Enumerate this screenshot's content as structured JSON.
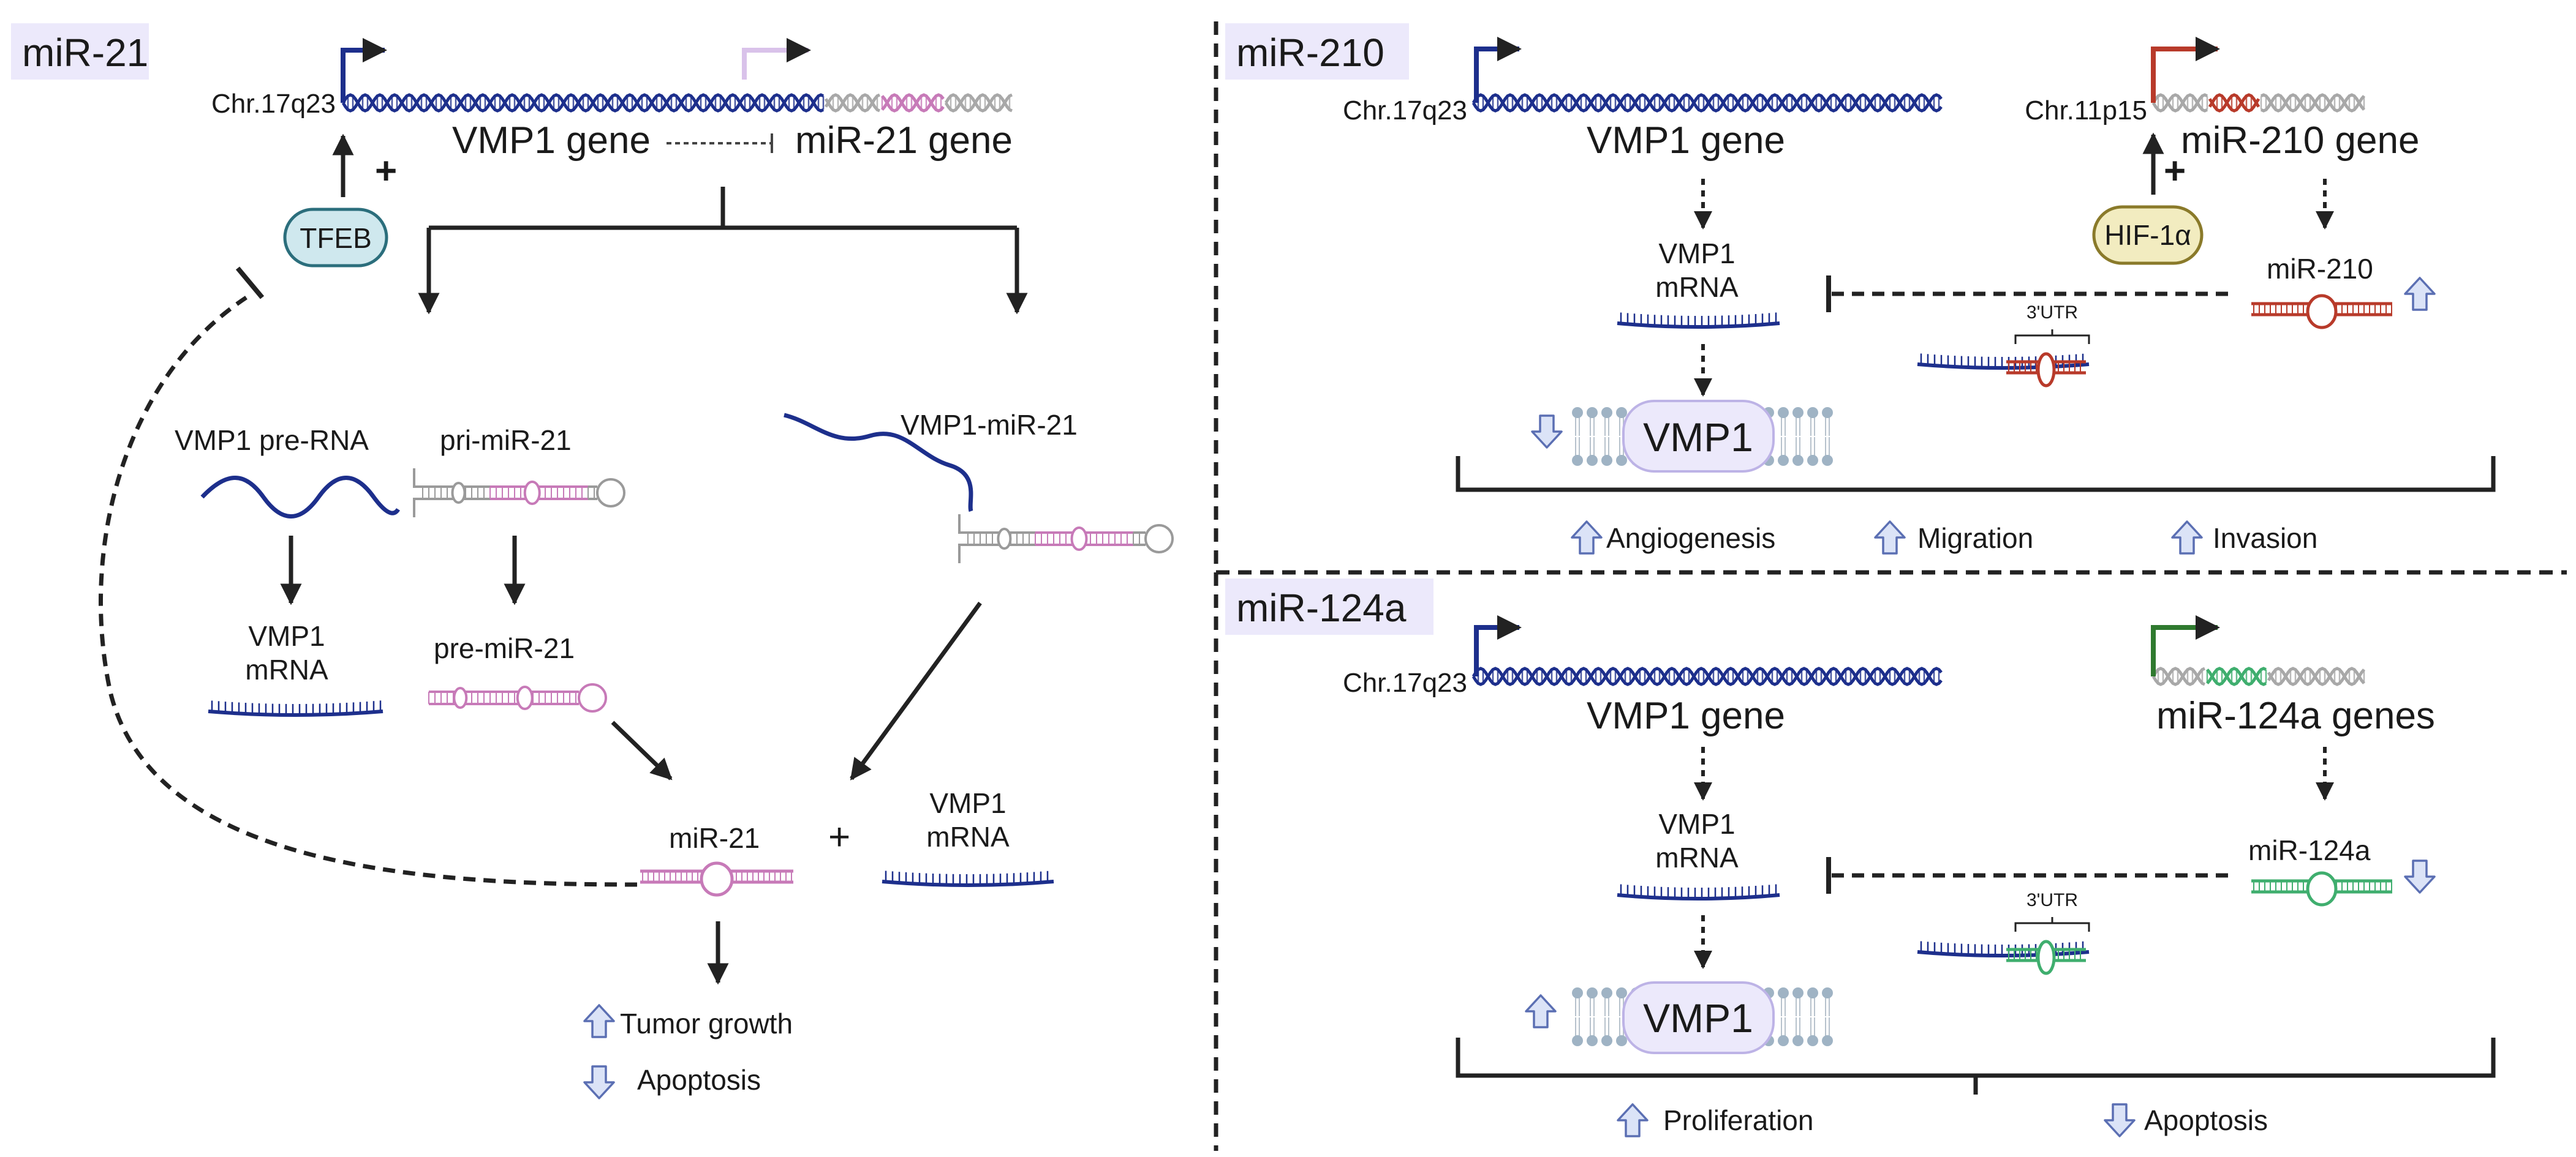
{
  "colors": {
    "dna_blue": "#1d2f8c",
    "dna_gray": "#9b9b9b",
    "mir21_pink": "#c77ab8",
    "mir210_red": "#b83a2a",
    "mir124_green": "#3fae6e",
    "tfeb_fill": "#cfe8ee",
    "hif_fill": "#f2ecc0",
    "panel_title_bg": "#ece9fb",
    "arrow_up_down_fill": "#dbe3f7",
    "arrow_up_down_stroke": "#5b6fb3"
  },
  "panels": {
    "mir21": {
      "title": "miR-21",
      "chromosome": "Chr.17q23",
      "vmp1_gene": "VMP1 gene",
      "mir_gene": "miR-21 gene",
      "activator": "TFEB",
      "plus": "+",
      "vmp1_pre_rna": "VMP1 pre-RNA",
      "pri_mir": "pri-miR-21",
      "fusion": "VMP1-miR-21",
      "vmp1_mrna_line1": "VMP1",
      "vmp1_mrna_line2": "mRNA",
      "pre_mir": "pre-miR-21",
      "mature_mir": "miR-21",
      "plus_sign": "+",
      "vmp1_mrna2_line1": "VMP1",
      "vmp1_mrna2_line2": "mRNA",
      "outcome_up": "Tumor growth",
      "outcome_down": "Apoptosis"
    },
    "mir210": {
      "title": "miR-210",
      "chromosome_left": "Chr.17q23",
      "vmp1_gene": "VMP1 gene",
      "chromosome_right": "Chr.11p15",
      "mir_gene": "miR-210 gene",
      "activator": "HIF-1α",
      "plus": "+",
      "vmp1_mrna_line1": "VMP1",
      "vmp1_mrna_line2": "mRNA",
      "mature_mir": "miR-210",
      "utr": "3'UTR",
      "protein": "VMP1",
      "outcomes": [
        "Angiogenesis",
        "Migration",
        "Invasion"
      ]
    },
    "mir124a": {
      "title": "miR-124a",
      "chromosome": "Chr.17q23",
      "vmp1_gene": "VMP1 gene",
      "mir_gene": "miR-124a genes",
      "vmp1_mrna_line1": "VMP1",
      "vmp1_mrna_line2": "mRNA",
      "mature_mir": "miR-124a",
      "utr": "3'UTR",
      "protein": "VMP1",
      "outcome_up": "Proliferation",
      "outcome_down": "Apoptosis"
    }
  }
}
